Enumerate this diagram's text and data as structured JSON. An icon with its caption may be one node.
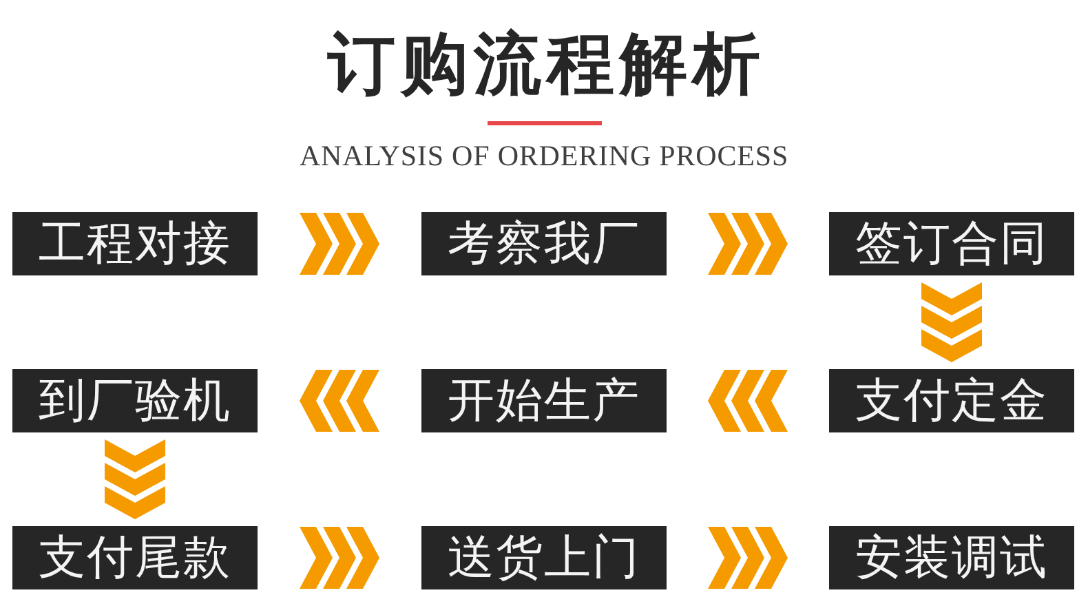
{
  "diagram": {
    "title": "订购流程解析",
    "nodes": [
      {
        "text": [
          "工程对接"
        ]
      },
      {
        "text": [
          "考察我厂"
        ]
      },
      {
        "text": [
          "签订合同"
        ]
      },
      {
        "text": [
          "到厂验机"
        ]
      },
      {
        "text": [
          "开始生产"
        ]
      },
      {
        "text": [
          "支付定金"
        ]
      },
      {
        "text": [
          "支付尾款"
        ]
      },
      {
        "text": [
          "送货上门"
        ]
      },
      {
        "text": [
          "安装调试"
        ]
      }
    ],
    "edges": [
      {
        "from": 0,
        "to": 1,
        "arrow": "to"
      },
      {
        "from": 1,
        "to": 2,
        "arrow": "to"
      },
      {
        "from": 2,
        "to": 5,
        "arrow": "to"
      },
      {
        "from": 5,
        "to": 4,
        "arrow": "to"
      },
      {
        "from": 4,
        "to": 3,
        "arrow": "to"
      },
      {
        "from": 3,
        "to": 6,
        "arrow": "to"
      },
      {
        "from": 6,
        "to": 7,
        "arrow": "to"
      },
      {
        "from": 7,
        "to": 8,
        "arrow": "to"
      }
    ],
    "labels": [
      "ANALYSIS OF ORDERING PROCESS"
    ]
  }
}
